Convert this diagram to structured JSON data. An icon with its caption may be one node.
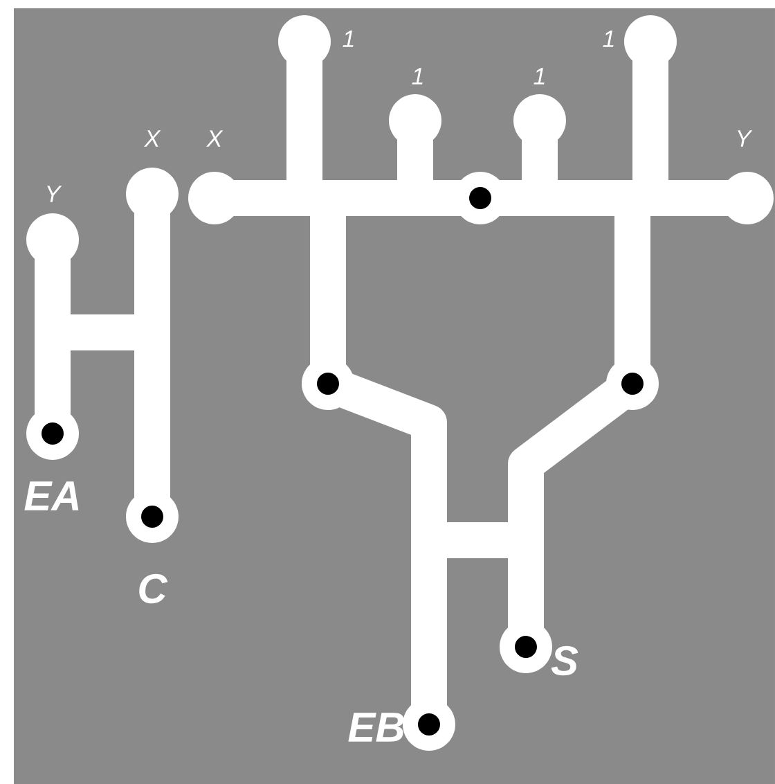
{
  "diagram": {
    "labels": [
      "1",
      "1",
      "1",
      "1",
      "X",
      "X",
      "Y",
      "Y",
      "EA",
      "C",
      "S",
      "EB"
    ]
  }
}
